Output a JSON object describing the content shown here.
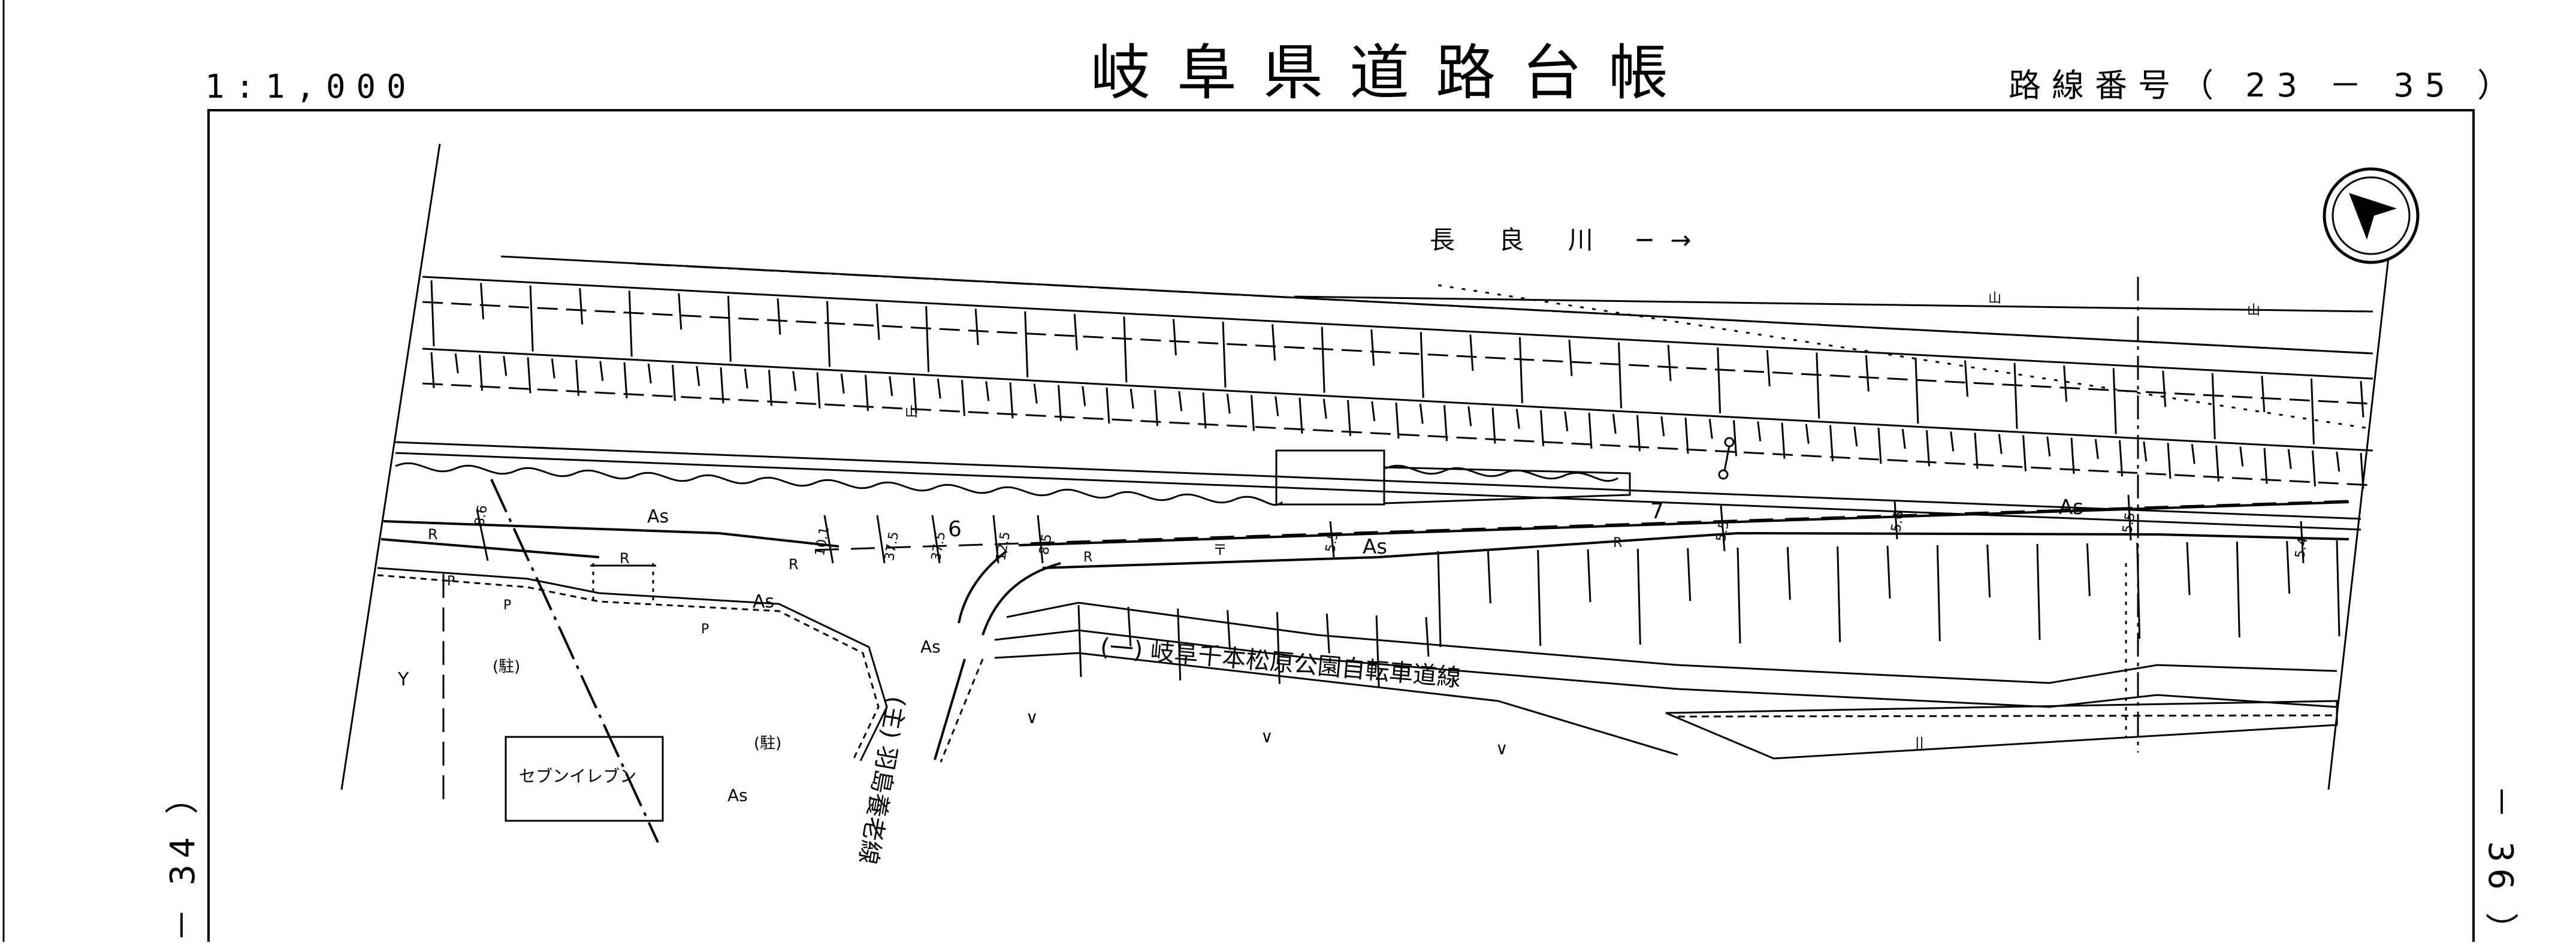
{
  "header": {
    "scale": "1:1,000",
    "title": "岐阜県道路台帳",
    "route_number": "路線番号（ 23 － 35 ）"
  },
  "sheet_refs": {
    "left": "－ 34 ）",
    "right": "－ 36 ）"
  },
  "map": {
    "river_label": "長 良 川 ─→",
    "store_label": "セブンイレブン",
    "parking_label_1": "(駐)",
    "parking_label_2": "(駐)",
    "bike_route_label": "(一) 岐阜千本松原公園自転車道線",
    "main_route_label": "(主) 羽島養老線",
    "asphalt_labels": [
      "As",
      "As",
      "As",
      "As",
      "As",
      "As"
    ],
    "road_mark_R": [
      "R",
      "R",
      "R",
      "R",
      "R"
    ],
    "road_mark_P": [
      "P",
      "P",
      "P"
    ],
    "widths": [
      "8.6",
      "10.1",
      "37.5",
      "37.5",
      "12.5",
      "8.5",
      "5.5",
      "5.5",
      "5.6",
      "5.5",
      "5.4"
    ],
    "station_numbers": [
      "6",
      "7"
    ],
    "symbol_labels": [
      "〒",
      "Y",
      "山",
      "山",
      "山",
      "∨",
      "∨",
      "∨",
      "||"
    ]
  },
  "colors": {
    "ink": "#000000",
    "paper": "#ffffff"
  },
  "icons": [
    "north-arrow-icon"
  ]
}
